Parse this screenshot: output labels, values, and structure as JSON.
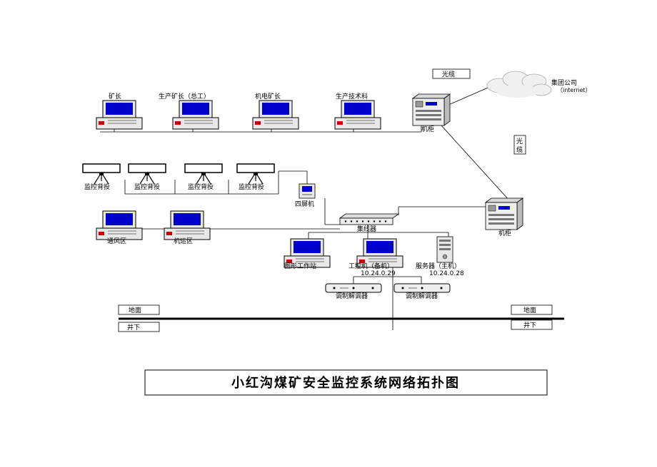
{
  "labels": {
    "top_pc_1": "矿长",
    "top_pc_2": "生产矿长（总工）",
    "top_pc_3": "机电矿长",
    "top_pc_4": "生产技术科",
    "cabinet_top": "机柜",
    "cabinet_mid": "机柜",
    "fiber_top": "光缆",
    "fiber_vertical": "光缆",
    "cloud_name": "集团公司",
    "cloud_sub": "（internet）",
    "screen_1": "监控背投",
    "screen_2": "监控背投",
    "screen_3": "监控背投",
    "screen_4": "监控背投",
    "splitter": "四屏机",
    "hub": "集线器",
    "pc_left_1": "通风区",
    "pc_left_2": "机运区",
    "workstation": "图形工作站",
    "ipc_backup": "工控机（备机）",
    "ipc_backup_ip": "10.24.0.29",
    "server_main": "服务器（主机）",
    "server_main_ip": "10.24.0.28",
    "modem_1": "调制解调器",
    "modem_2": "调制解调器",
    "ground_left": "地面",
    "underground_left": "井下",
    "ground_right": "地面",
    "underground_right": "井下",
    "title": "小红沟煤矿安全监控系统网络拓扑图"
  },
  "colors": {
    "screen_blue": "#0000cc",
    "line": "#000000",
    "device_gray": "#e8e8e8",
    "red_mark": "#cc0000"
  }
}
